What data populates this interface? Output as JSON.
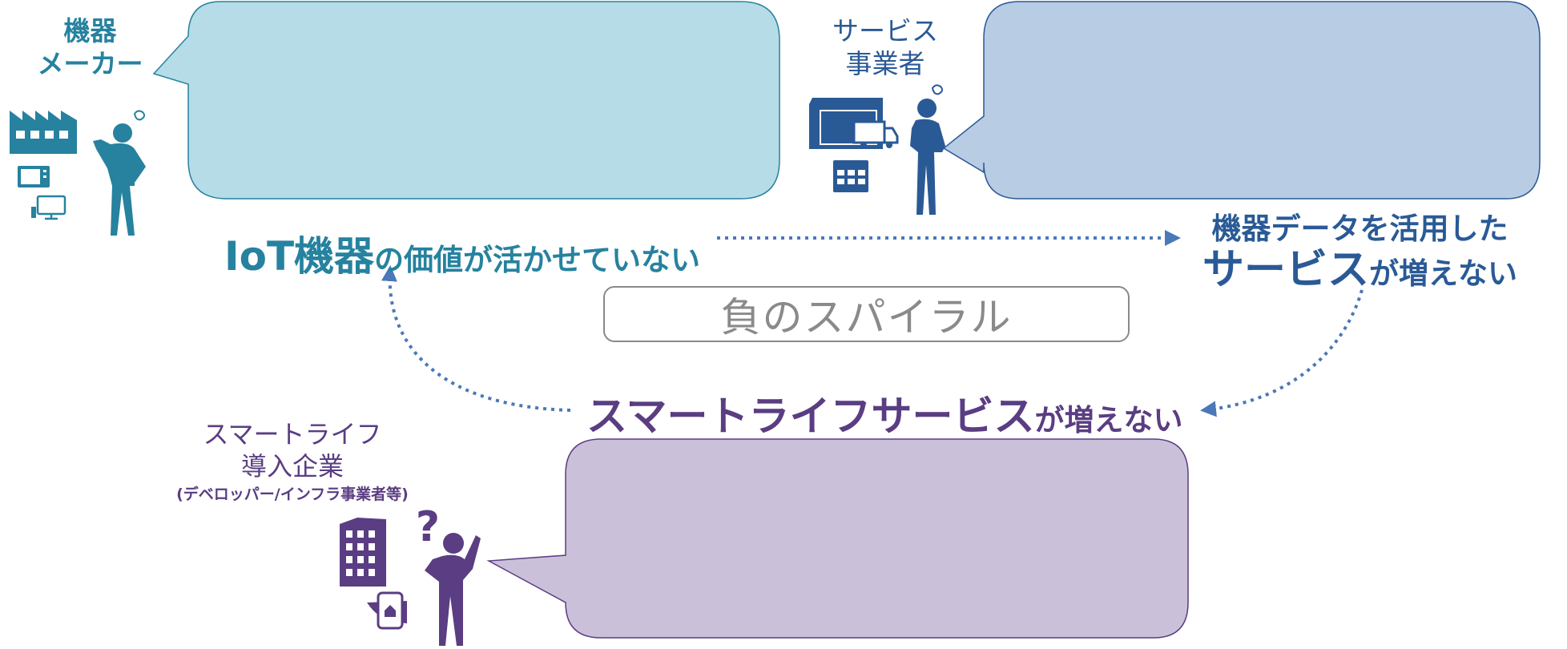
{
  "actors": {
    "maker": {
      "label_line1": "機器",
      "label_line2": "メーカー"
    },
    "service": {
      "label_line1": "サービス",
      "label_line2": "事業者"
    },
    "smartlife": {
      "label_line1": "スマートライフ",
      "label_line2": "導入企業",
      "sub": "(デベロッパー/インフラ事業者等)"
    }
  },
  "captions": {
    "iot": {
      "emph": "IoT機器",
      "rest": "の価値が活かせていない"
    },
    "service": {
      "line1": "機器データを活用した",
      "emph": "サービス",
      "rest": "が増えない"
    },
    "smart": {
      "emph": "スマートライフサービス",
      "rest": "が増えない"
    }
  },
  "center": {
    "label": "負のスパイラル"
  },
  "colors": {
    "maker": "#26829f",
    "maker_bubble": "#b6dce7",
    "service": "#2a5a96",
    "service_bubble": "#b8cce4",
    "smart": "#5a3d82",
    "smart_bubble": "#cbc0da",
    "arrow": "#4a78b8",
    "spiral_border": "#8a8a8a"
  },
  "icons": [
    "factory-icon",
    "microwave-icon",
    "tv-icon",
    "thinking-person-icon",
    "warehouse-icon",
    "truck-icon",
    "calendar-icon",
    "building-icon",
    "smartphone-home-icon",
    "question-mark-icon"
  ]
}
